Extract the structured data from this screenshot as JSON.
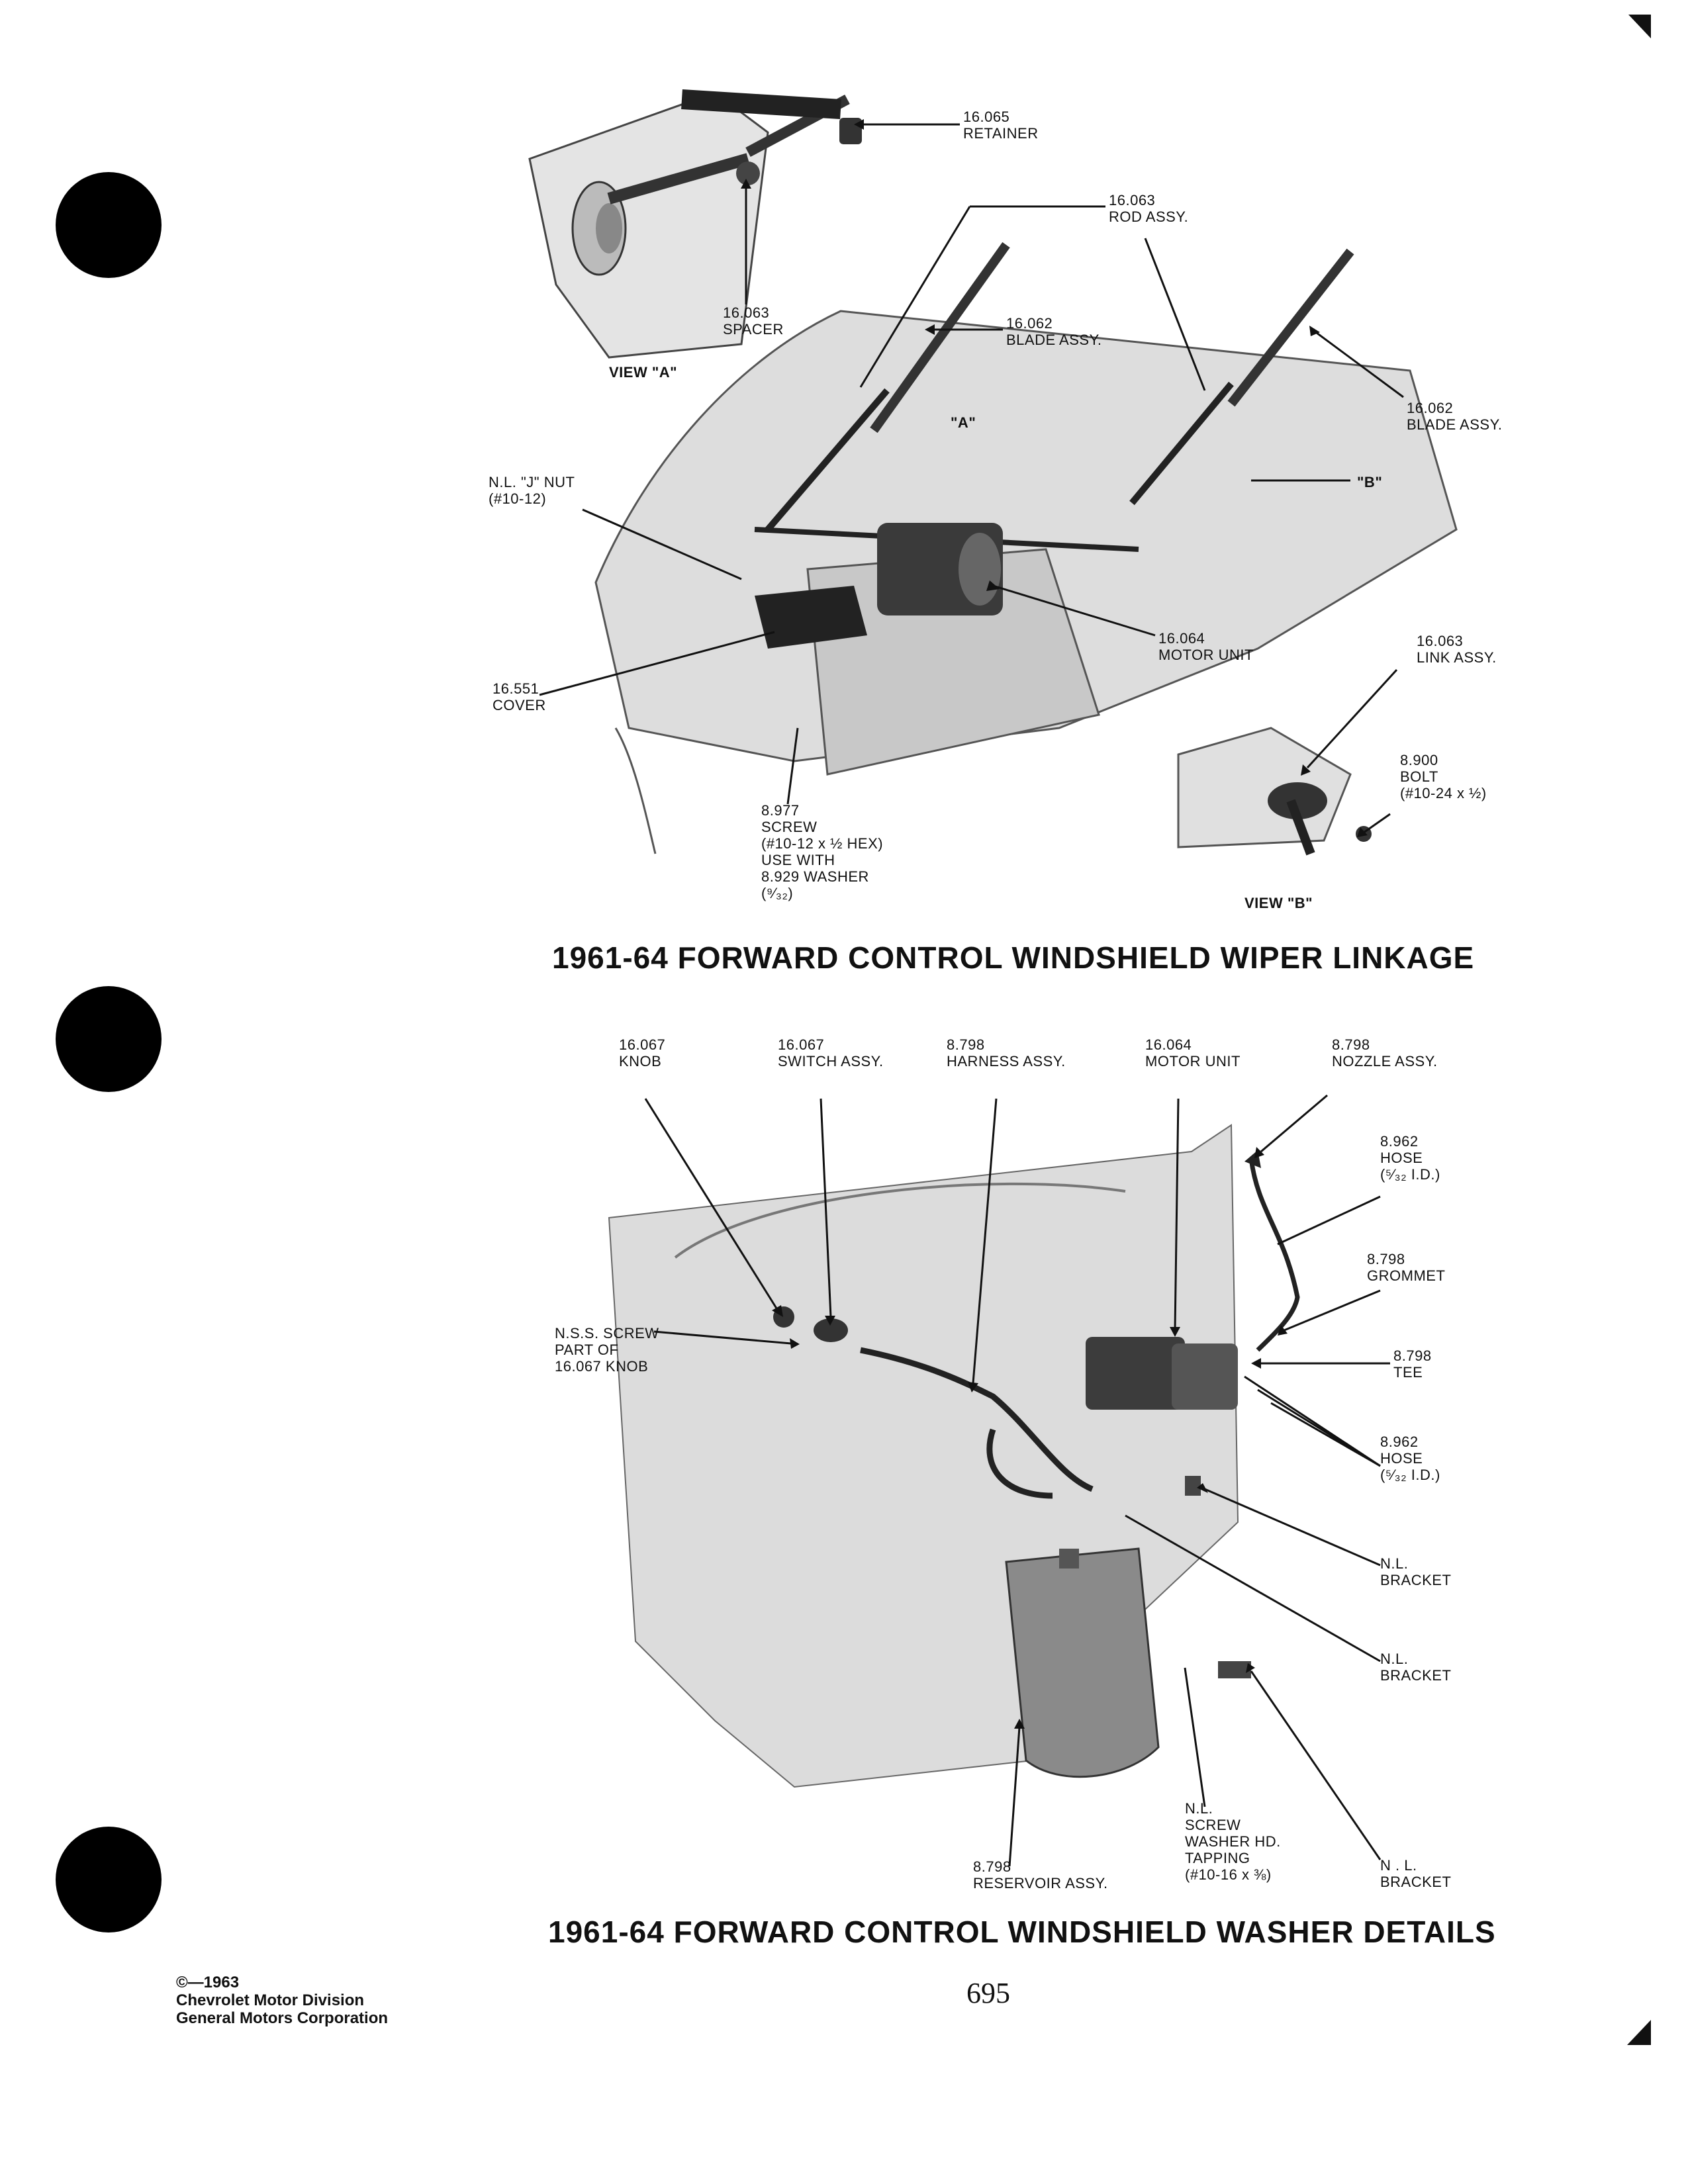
{
  "figures": [
    {
      "title": "1961-64 FORWARD CONTROL WINDSHIELD WIPER LINKAGE",
      "view_a_caption": "VIEW \"A\"",
      "view_b_caption": "VIEW \"B\"",
      "callout_a": "\"A\"",
      "callout_b": "\"B\"",
      "labels": {
        "retainer": [
          "16.065",
          "RETAINER"
        ],
        "rod": [
          "16.063",
          "ROD ASSY."
        ],
        "spacer": [
          "16.063",
          "SPACER"
        ],
        "blade_left": [
          "16.062",
          "BLADE ASSY."
        ],
        "blade_right": [
          "16.062",
          "BLADE ASSY."
        ],
        "jnut": [
          "N.L. \"J\" NUT",
          "(#10-12)"
        ],
        "motor": [
          "16.064",
          "MOTOR UNIT"
        ],
        "link": [
          "16.063",
          "LINK ASSY."
        ],
        "cover": [
          "16.551",
          "COVER"
        ],
        "bolt": [
          "8.900",
          "BOLT",
          "(#10-24 x ½)"
        ],
        "screw": [
          "8.977",
          "SCREW",
          "(#10-12 x ½ HEX)",
          "USE WITH",
          "8.929 WASHER",
          "(⁹⁄₃₂)"
        ]
      }
    },
    {
      "title": "1961-64 FORWARD CONTROL WINDSHIELD WASHER DETAILS",
      "labels": {
        "knob": [
          "16.067",
          "KNOB"
        ],
        "switch": [
          "16.067",
          "SWITCH ASSY."
        ],
        "harness": [
          "8.798",
          "HARNESS ASSY."
        ],
        "motor": [
          "16.064",
          "MOTOR UNIT"
        ],
        "nozzle": [
          "8.798",
          "NOZZLE ASSY."
        ],
        "hose_top": [
          "8.962",
          "HOSE",
          "(⁵⁄₃₂ I.D.)"
        ],
        "grommet": [
          "8.798",
          "GROMMET"
        ],
        "nss_screw": [
          "N.S.S. SCREW",
          "PART OF",
          "16.067 KNOB"
        ],
        "tee": [
          "8.798",
          "TEE"
        ],
        "hose_mid": [
          "8.962",
          "HOSE",
          "(⁵⁄₃₂ I.D.)"
        ],
        "bracket1": [
          "N.L.",
          "BRACKET"
        ],
        "bracket2": [
          "N.L.",
          "BRACKET"
        ],
        "bracket3": [
          "N . L.",
          "BRACKET"
        ],
        "reservoir": [
          "8.798",
          "RESERVOIR ASSY."
        ],
        "screw_washer": [
          "N.L.",
          "SCREW",
          "WASHER HD.",
          "TAPPING",
          "(#10-16 x ⅜)"
        ]
      }
    }
  ],
  "page_number": "695",
  "copyright": [
    "©—1963",
    "Chevrolet Motor Division",
    "General Motors Corporation"
  ]
}
